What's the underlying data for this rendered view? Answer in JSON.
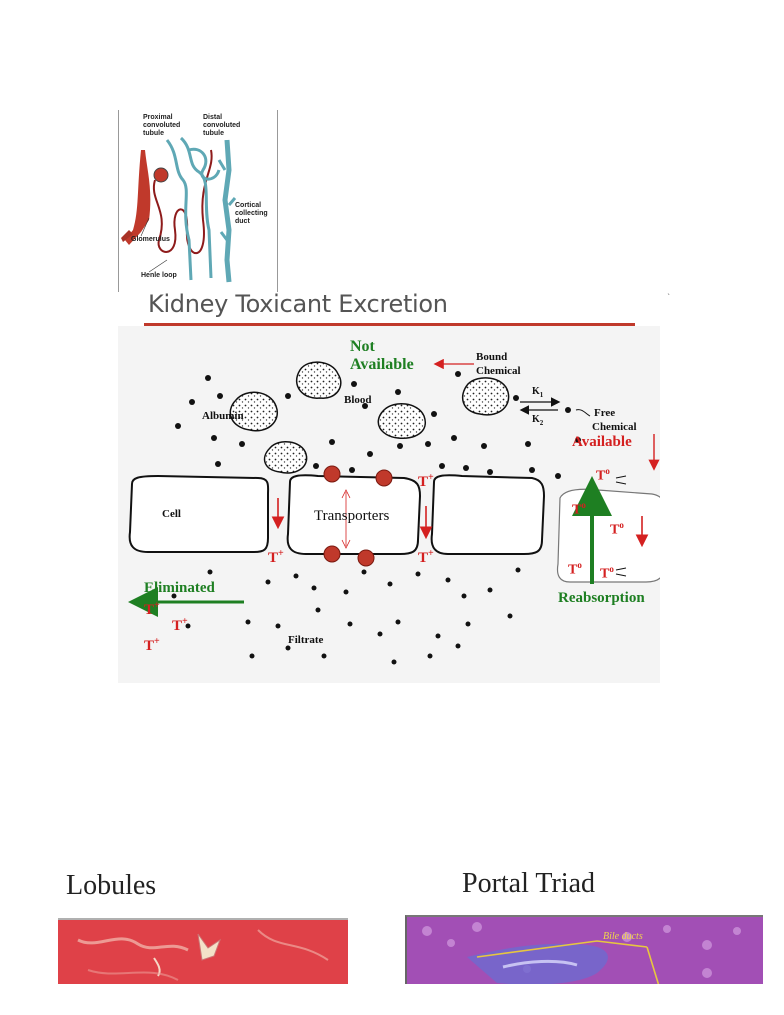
{
  "nephron": {
    "labels": {
      "proximal": "Proximal convoluted tubule",
      "distal": "Distal convoluted tubule",
      "cortical": "Cortical collecting duct",
      "glomerulus": "Glomerulus",
      "henle": "Henle loop"
    },
    "proximal_lines": [
      "Proximal",
      "convoluted",
      "tubule"
    ],
    "distal_lines": [
      "Distal",
      "convoluted",
      "tubule"
    ],
    "cortical_lines": [
      "Cortical",
      "collecting",
      "duct"
    ]
  },
  "slide": {
    "title": "Kidney Toxicant Excretion"
  },
  "diagram": {
    "not_available_line1": "Not",
    "not_available_line2": "Available",
    "bound_line1": "Bound",
    "bound_line2": "Chemical",
    "blood": "Blood",
    "albumin": "Albumin",
    "k1": "K",
    "k1_sub": "1",
    "k2": "K",
    "k2_sub": "2",
    "free_line1": "Free",
    "free_line2": "Chemical",
    "available": "Available",
    "cell": "Cell",
    "transporters": "Transporters",
    "t_plus": "T",
    "t_plus_sup": "+",
    "t_zero": "T",
    "t_zero_sup": "o",
    "eliminated": "Eliminated",
    "reabsorption": "Reabsorption",
    "filtrate": "Filtrate",
    "colors": {
      "green": "#1e7f22",
      "red": "#d42020",
      "transporter": "#c0392b"
    }
  },
  "bottom": {
    "lobules": "Lobules",
    "portal_triad": "Portal Triad",
    "bile_ducts": "Bile ducts"
  }
}
